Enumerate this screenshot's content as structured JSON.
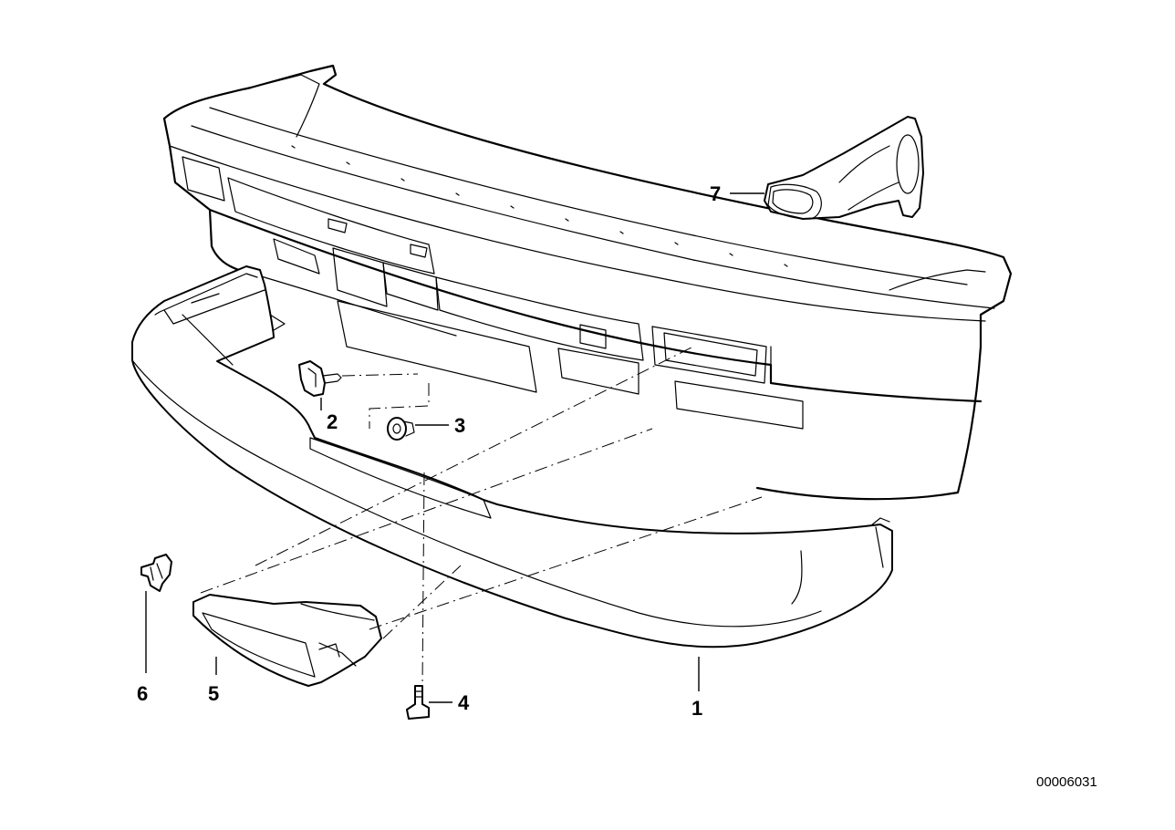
{
  "diagram": {
    "callouts": [
      {
        "id": "1",
        "label": "1"
      },
      {
        "id": "2",
        "label": "2"
      },
      {
        "id": "3",
        "label": "3"
      },
      {
        "id": "4",
        "label": "4"
      },
      {
        "id": "5",
        "label": "5"
      },
      {
        "id": "6",
        "label": "6"
      },
      {
        "id": "7",
        "label": "7"
      }
    ],
    "diagram_id": "00006031"
  }
}
